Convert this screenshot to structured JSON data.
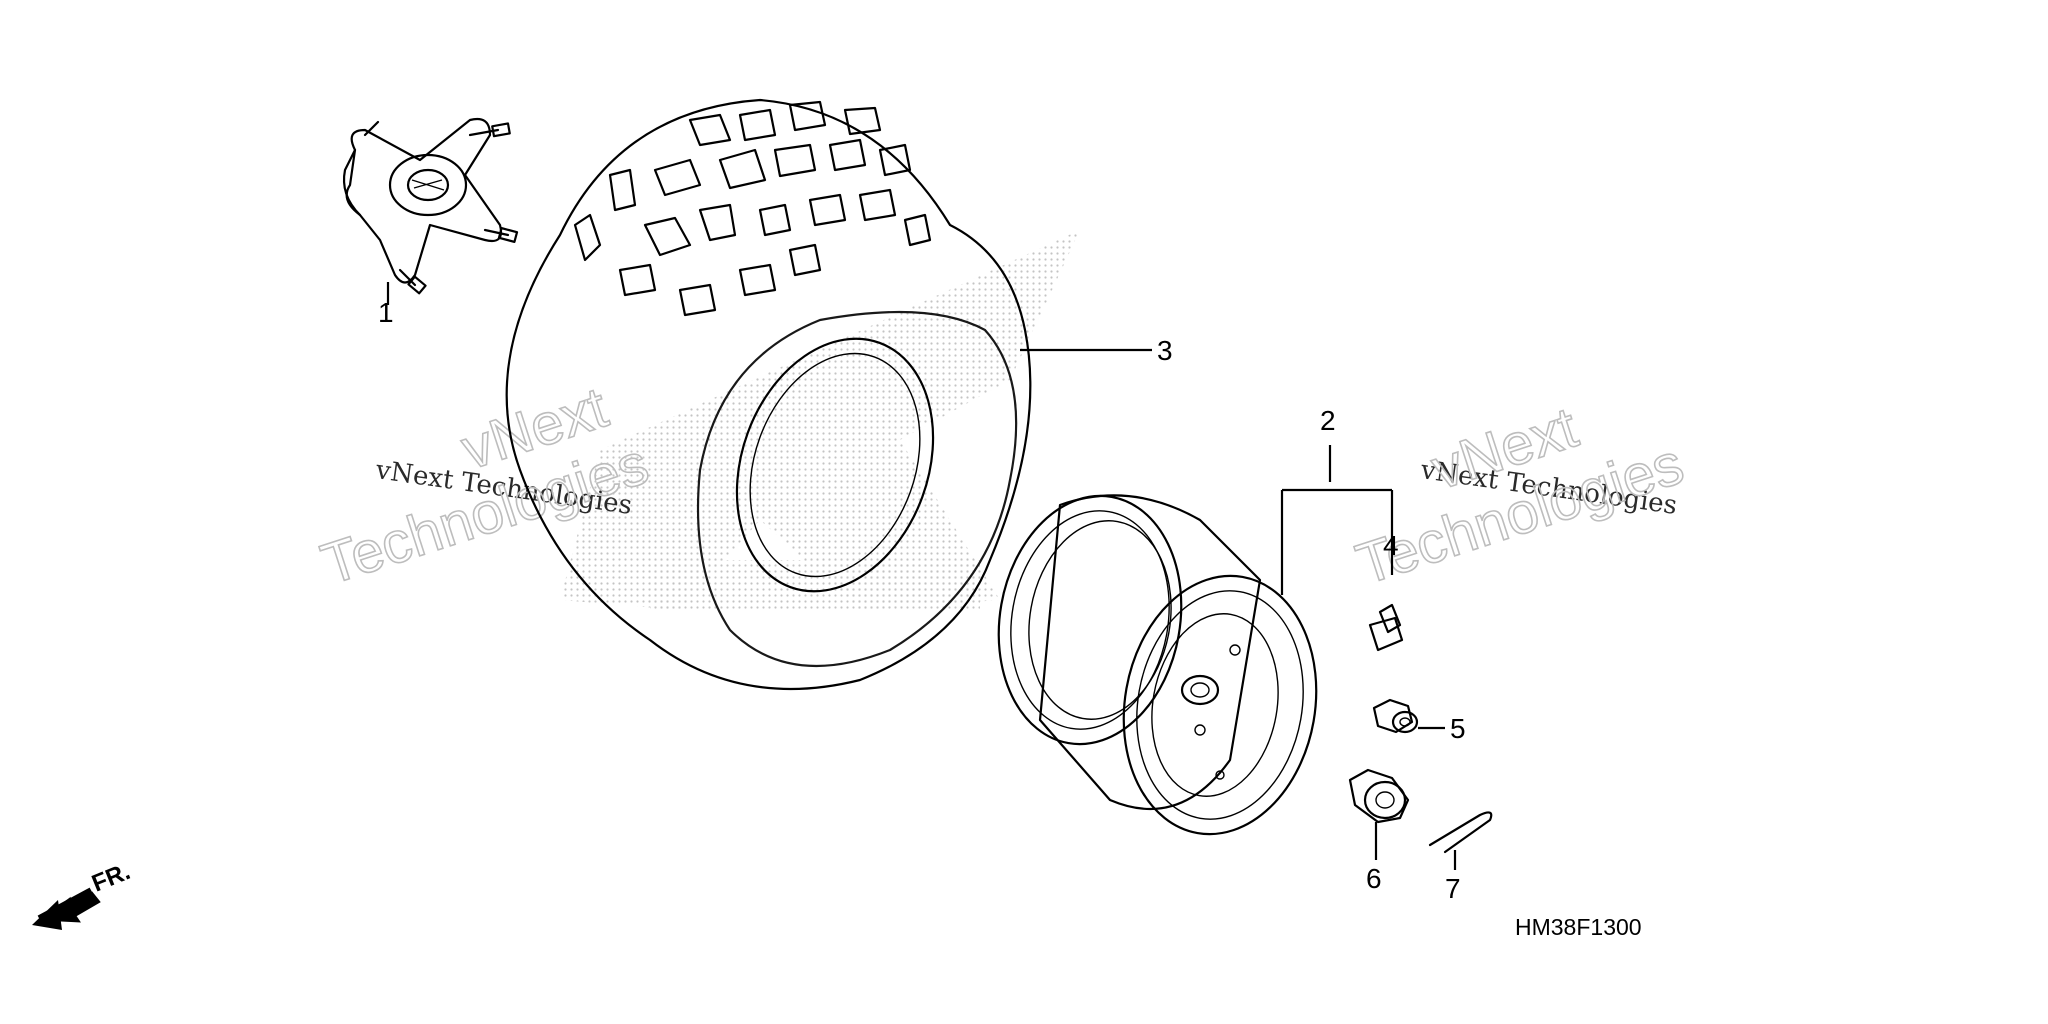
{
  "diagram_code": "HM38F1300",
  "front_indicator": "FR.",
  "watermark": {
    "small_text": "vNext Technologies",
    "big_line1": "vNext",
    "big_line2": "Technologies"
  },
  "callouts": [
    {
      "number": "1",
      "part": "hub"
    },
    {
      "number": "2",
      "part": "rim"
    },
    {
      "number": "3",
      "part": "tire"
    },
    {
      "number": "4",
      "part": "valve"
    },
    {
      "number": "5",
      "part": "nut"
    },
    {
      "number": "6",
      "part": "castle-nut"
    },
    {
      "number": "7",
      "part": "cotter-pin"
    }
  ]
}
